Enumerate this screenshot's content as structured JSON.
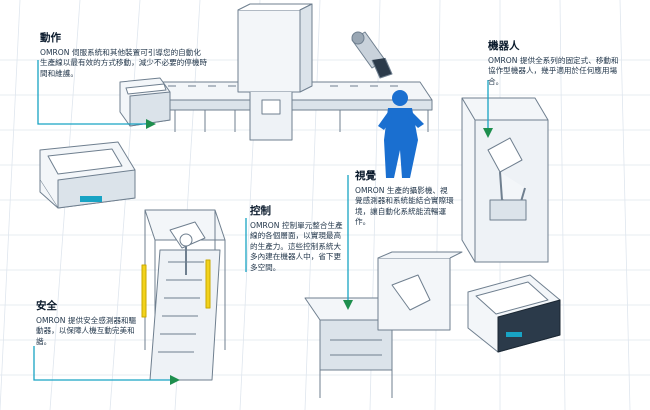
{
  "callouts": {
    "motion": {
      "title": "動作",
      "body": "OMRON 伺服系統和其他裝置可引導您的自動化生產線以最有效的方式移動，減少不必要的停機時間和維護。"
    },
    "robot": {
      "title": "機器人",
      "body": "OMRON 提供全系列的固定式、移動和協作型機器人，幾乎適用於任何應用場合。"
    },
    "vision": {
      "title": "視覺",
      "body": "OMRON 生產的攝影機、視覺感測器和系統能結合實際環境，讓自動化系統能流暢運作。"
    },
    "control": {
      "title": "控制",
      "body": "OMRON 控制單元整合生產線的各個層面，以實現最高的生產力。這些控制系統大多內建在機器人中，省下更多空間。"
    },
    "safety": {
      "title": "安全",
      "body": "OMRON 提供安全感測器和驅動器，以保障人機互動完美和諧。"
    }
  },
  "colors": {
    "accent_teal": "#18a3c4",
    "pointer_green": "#1e8f4e",
    "worker_blue": "#1a6fd0",
    "safety_yellow": "#f2d21c",
    "line_stroke": "#6f7f8f",
    "fill_light": "#f3f6f9",
    "fill_shadow": "#dbe3ea"
  }
}
